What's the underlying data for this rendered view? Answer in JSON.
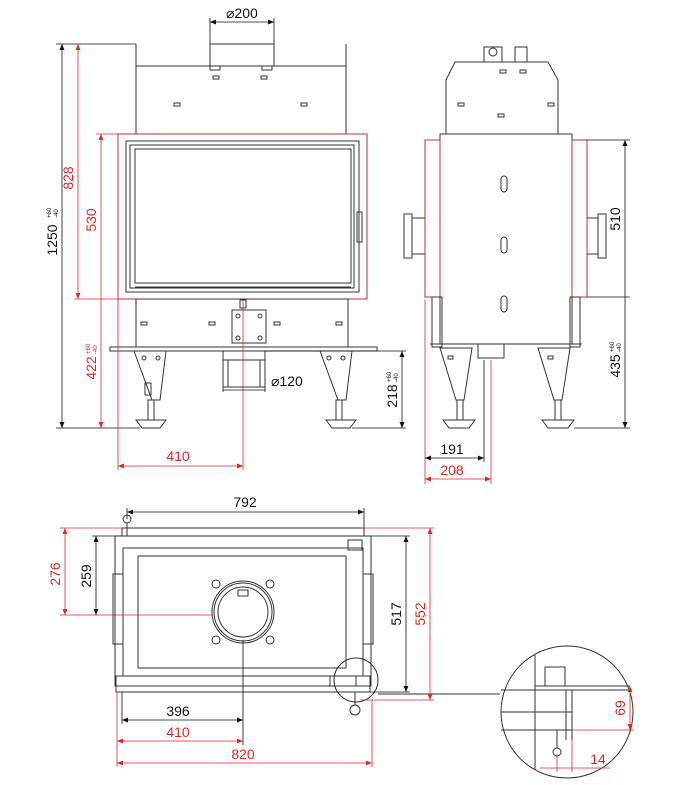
{
  "colors": {
    "red_dimension": "#d9292b",
    "black_dimension": "#111111",
    "line": "#333333"
  },
  "front_view": {
    "flue_diameter": "⌀200",
    "total_height": "1250",
    "total_height_tol_plus": "+60",
    "total_height_tol_minus": "-40",
    "upper_height": "828",
    "glass_height": "530",
    "base_height": "422",
    "base_height_tol_plus": "+60",
    "base_height_tol_minus": "-40",
    "air_inlet_diameter": "⌀120",
    "air_inlet_height": "218",
    "air_inlet_height_tol_plus": "+60",
    "air_inlet_height_tol_minus": "-40",
    "center_offset": "410"
  },
  "side_view": {
    "door_height": "510",
    "base_height": "435",
    "base_height_tol_plus": "+60",
    "base_height_tol_minus": "-40",
    "depth_inner": "191",
    "depth_outer": "208"
  },
  "plan_view": {
    "width_top": "792",
    "depth_outer": "276",
    "depth_inner": "259",
    "body_depth": "517",
    "total_depth": "552",
    "axis_offset_inner": "396",
    "axis_offset_outer": "410",
    "total_width": "820"
  },
  "detail_view": {
    "height": "69",
    "offset": "14"
  }
}
